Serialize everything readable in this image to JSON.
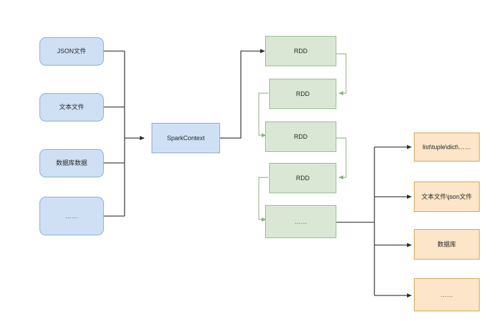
{
  "diagram": {
    "title": "Spark data flow diagram",
    "colors": {
      "blue_fill": "#cfe0f5",
      "blue_stroke": "#8faadc",
      "green_fill": "#d9e7d4",
      "green_stroke": "#9cbb93",
      "orange_fill": "#fce5c9",
      "orange_stroke": "#d4a656",
      "black_wire": "#404040",
      "green_wire": "#9cbb93",
      "background": "#ffffff"
    },
    "sources": {
      "group_name": "input-sources",
      "items": [
        {
          "label": "JSON文件"
        },
        {
          "label": "文本文件"
        },
        {
          "label": "数据库数据"
        },
        {
          "label": "……"
        }
      ]
    },
    "context": {
      "label": "SparkContext"
    },
    "rdds": {
      "group_name": "rdd-chain",
      "items": [
        {
          "label": "RDD"
        },
        {
          "label": "RDD"
        },
        {
          "label": "RDD"
        },
        {
          "label": "RDD"
        },
        {
          "label": "……"
        }
      ]
    },
    "outputs": {
      "group_name": "output-targets",
      "items": [
        {
          "label": "list\\tuple\\dict\\……"
        },
        {
          "label": "文本文件\\json文件"
        },
        {
          "label": "数据库"
        },
        {
          "label": "……"
        }
      ]
    }
  }
}
